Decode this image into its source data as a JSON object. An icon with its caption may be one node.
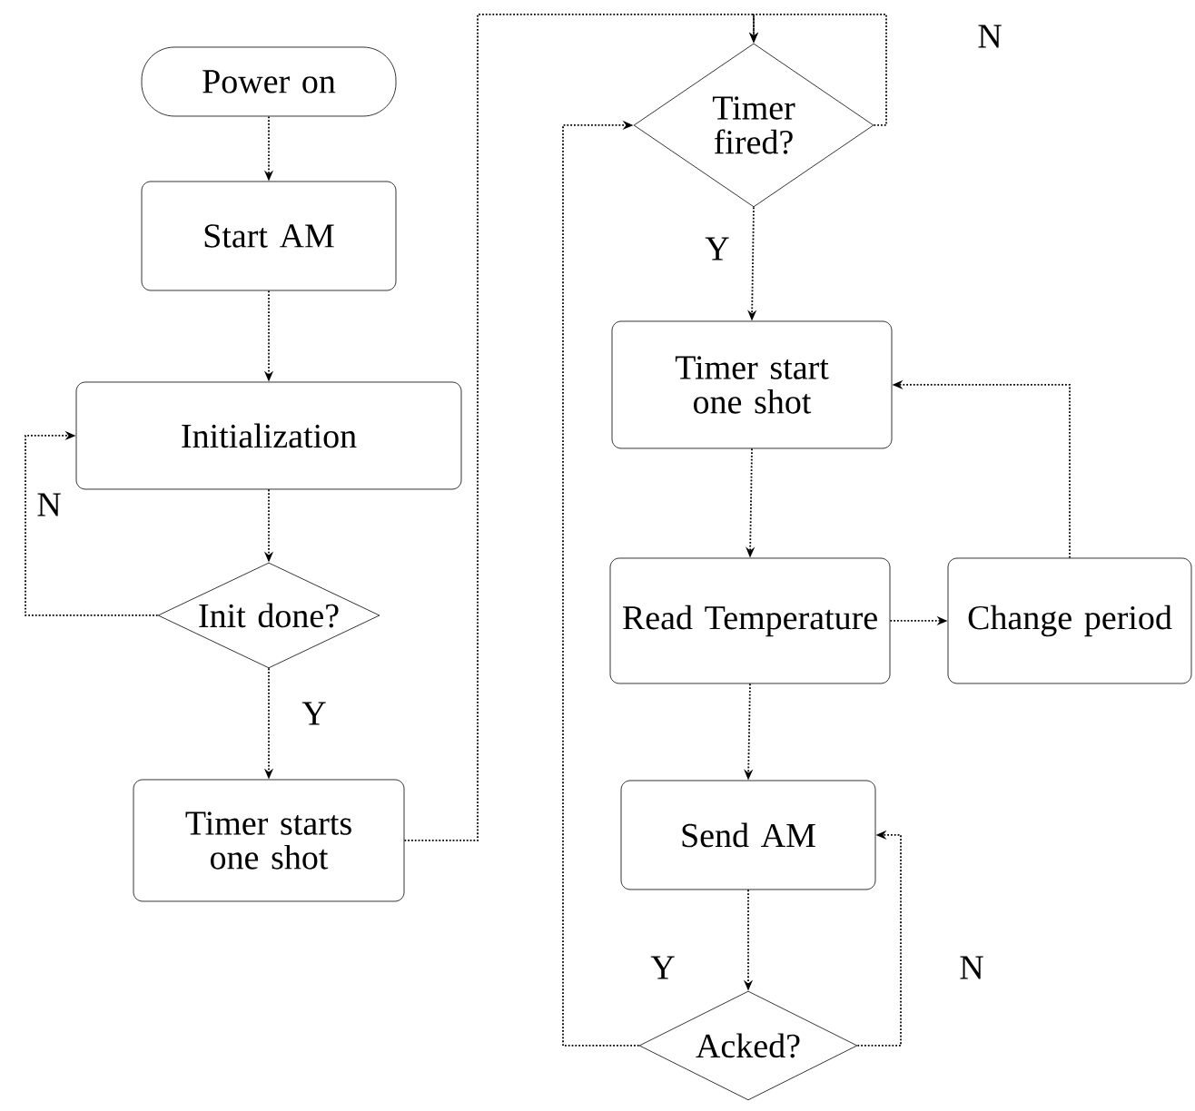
{
  "diagram": {
    "nodes": [
      {
        "text": [
          "Power on"
        ]
      },
      {
        "text": [
          "Start AM"
        ]
      },
      {
        "text": [
          "Initialization"
        ]
      },
      {
        "text": [
          "Init done?"
        ]
      },
      {
        "text": [
          "Timer starts one shot"
        ]
      },
      {
        "text": [
          "Timer fired?"
        ]
      },
      {
        "text": [
          "Timer start one shot"
        ]
      },
      {
        "text": [
          "Read Temperature"
        ]
      },
      {
        "text": [
          "Change period"
        ]
      },
      {
        "text": [
          "Send AM"
        ]
      },
      {
        "text": [
          "Acked?"
        ]
      }
    ],
    "edges": [
      {
        "from": 0,
        "to": 1,
        "arrow": "to"
      },
      {
        "from": 1,
        "to": 2,
        "arrow": "to"
      },
      {
        "from": 2,
        "to": 3,
        "arrow": "to"
      },
      {
        "from": 3,
        "to": 2,
        "arrow": "to",
        "label": "N"
      },
      {
        "from": 3,
        "to": 4,
        "arrow": "to",
        "label": "Y"
      },
      {
        "from": 4,
        "to": 5,
        "arrow": "to"
      },
      {
        "from": 5,
        "to": 5,
        "arrow": "to",
        "label": "N"
      },
      {
        "from": 5,
        "to": 6,
        "arrow": "to",
        "label": "Y"
      },
      {
        "from": 6,
        "to": 7,
        "arrow": "to"
      },
      {
        "from": 7,
        "to": 8,
        "arrow": "to"
      },
      {
        "from": 8,
        "to": 6,
        "arrow": "to"
      },
      {
        "from": 7,
        "to": 9,
        "arrow": "to"
      },
      {
        "from": 9,
        "to": 10,
        "arrow": "to"
      },
      {
        "from": 10,
        "to": 5,
        "arrow": "to",
        "label": "Y"
      },
      {
        "from": 10,
        "to": 9,
        "arrow": "to",
        "label": "N"
      }
    ]
  }
}
